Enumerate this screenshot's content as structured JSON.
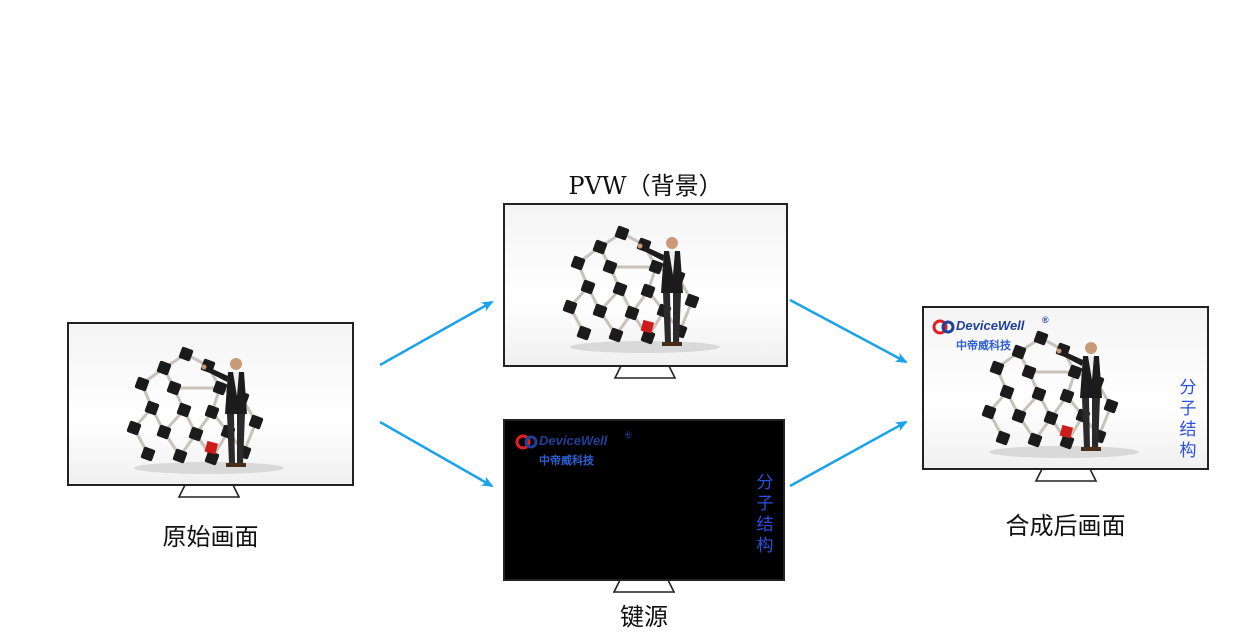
{
  "monitors": {
    "original": {
      "caption": "原始画面"
    },
    "pvw": {
      "caption": "PVW（背景）"
    },
    "key": {
      "caption": "键源",
      "logo_word": "DeviceWell",
      "logo_reg": "®",
      "logo_cn": "中帝威科技",
      "vertical_text": "分子结构"
    },
    "composite": {
      "caption": "合成后画面",
      "logo_word": "DeviceWell",
      "logo_reg": "®",
      "logo_cn": "中帝威科技",
      "vertical_text": "分子结构"
    }
  },
  "colors": {
    "arrow": "#1aa3e8",
    "logo_text": "#2b4fe0",
    "red_cube": "#d01b1b"
  },
  "icons": [
    "monitor-stand-icon",
    "devicewell-logo-icon",
    "flow-arrow-icon"
  ]
}
